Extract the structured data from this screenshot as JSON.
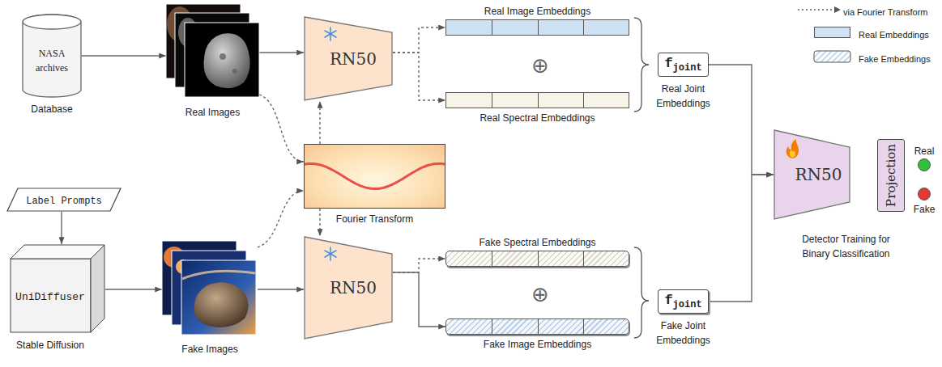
{
  "diagram": {
    "nodes": [
      {
        "text": [
          "NASA archives",
          "Database"
        ]
      },
      {
        "text": [
          "Real Images"
        ]
      },
      {
        "text": [
          "RN50"
        ]
      },
      {
        "text": [
          "Real Image Embeddings"
        ]
      },
      {
        "text": [
          "Real Spectral Embeddings"
        ]
      },
      {
        "text": [
          "f",
          "joint",
          "Real Joint Embeddings"
        ]
      },
      {
        "text": [
          "Fourier Transform"
        ]
      },
      {
        "text": [
          "Label Prompts"
        ]
      },
      {
        "text": [
          "UniDiffuser",
          "Stable Diffusion"
        ]
      },
      {
        "text": [
          "Fake Images"
        ]
      },
      {
        "text": [
          "RN50"
        ]
      },
      {
        "text": [
          "Fake Spectral Embeddings"
        ]
      },
      {
        "text": [
          "Fake Image Embeddings"
        ]
      },
      {
        "text": [
          "f",
          "joint",
          "Fake Joint Embeddings"
        ]
      },
      {
        "text": [
          "RN50",
          "Detector Training for Binary Classification"
        ]
      },
      {
        "text": [
          "Projection"
        ]
      },
      {
        "text": [
          "Real"
        ]
      },
      {
        "text": [
          "Fake"
        ]
      }
    ],
    "edges": [
      {
        "from": 0,
        "to": 1,
        "arrow": "to"
      },
      {
        "from": 1,
        "to": 2,
        "arrow": "to"
      },
      {
        "from": 1,
        "to": 6,
        "arrow": "to"
      },
      {
        "from": 9,
        "to": 6,
        "arrow": "to"
      },
      {
        "from": 6,
        "to": 2,
        "arrow": "to"
      },
      {
        "from": 6,
        "to": 10,
        "arrow": "to"
      },
      {
        "from": 2,
        "to": 3,
        "arrow": "to"
      },
      {
        "from": 2,
        "to": 4,
        "arrow": "to"
      },
      {
        "from": 10,
        "to": 11,
        "arrow": "to"
      },
      {
        "from": 10,
        "to": 12,
        "arrow": "to"
      },
      {
        "from": 5,
        "to": 14,
        "arrow": "to"
      },
      {
        "from": 13,
        "to": 14,
        "arrow": "to"
      },
      {
        "from": 7,
        "to": 8,
        "arrow": "to"
      },
      {
        "from": 8,
        "to": 9,
        "arrow": "to"
      },
      {
        "from": 9,
        "to": 10,
        "arrow": "to"
      }
    ],
    "labels": [
      "⊕",
      "⊕"
    ],
    "legend": [
      {
        "text": "via Fourier Transform"
      },
      {
        "text": "Real Embeddings",
        "color": "#cfe2f3"
      },
      {
        "text": "Fake Embeddings"
      }
    ]
  }
}
